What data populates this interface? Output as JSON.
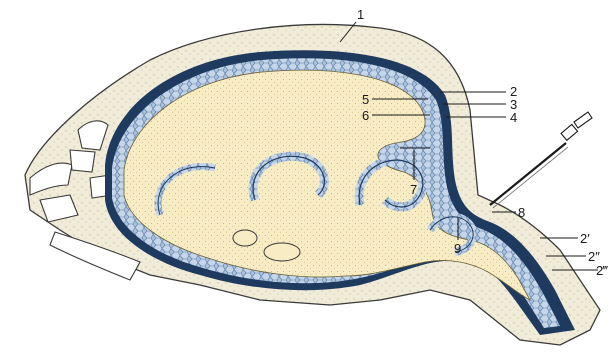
{
  "figure": {
    "description_hidden": "",
    "labels": {
      "l1": "1",
      "l2": "2",
      "l3": "3",
      "l4": "4",
      "l5": "5",
      "l6": "6",
      "l7": "7",
      "l8": "8",
      "l9": "9",
      "l2p": "2′",
      "l2pp": "2″",
      "l2ppp": "2‴"
    },
    "colors": {
      "brain": "#f7ecc4",
      "meninges": "#a9c1dc",
      "dura": "#1e3a5f",
      "bone": "#f1ecd8",
      "bone_outline": "#3a3a3a"
    }
  }
}
